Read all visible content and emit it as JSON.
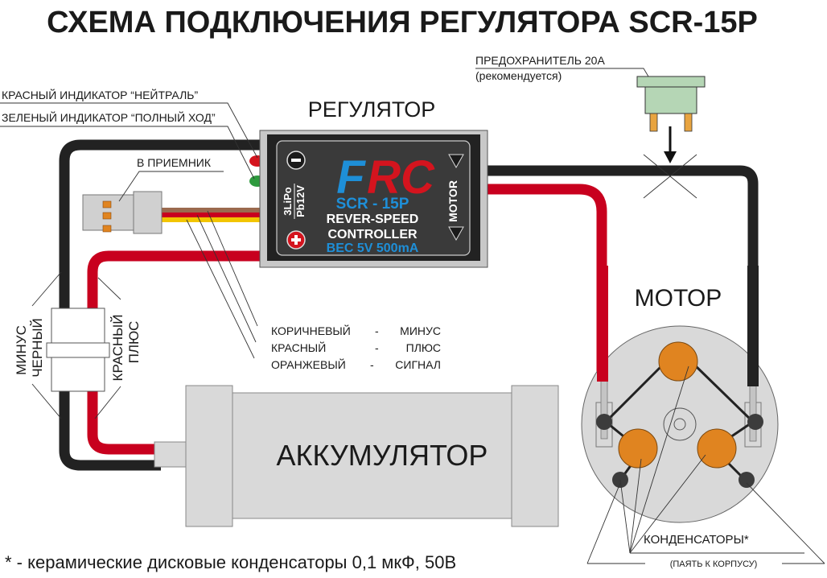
{
  "title": "СХЕМА ПОДКЛЮЧЕНИЯ РЕГУЛЯТОРА  SCR-15P",
  "labels": {
    "red_indicator": "КРАСНЫЙ ИНДИКАТОР “НЕЙТРАЛЬ”",
    "green_indicator": "ЗЕЛЕНЫЙ ИНДИКАТОР “ПОЛНЫЙ ХОД”",
    "to_receiver": "В ПРИЕМНИК",
    "controller": "РЕГУЛЯТОР",
    "fuse_line1": "ПРЕДОХРАНИТЕЛЬ 20А",
    "fuse_line2": "(рекомендуется)",
    "motor": "МОТОР",
    "battery": "АККУМУЛЯТОР",
    "minus_black_1": "МИНУС",
    "minus_black_2": "ЧЕРНЫЙ",
    "plus_red_1": "КРАСНЫЙ",
    "plus_red_2": "ПЛЮС",
    "capacitors": "КОНДЕНСАТОРЫ*",
    "solder_to_case": "(ПАЯТЬ К КОРПУСУ)",
    "footnote": "* - керамические дисковые конденсаторы 0,1 мкФ, 50В"
  },
  "wire_legend": [
    {
      "color_name": "КОРИЧНЕВЫЙ",
      "sep": "-",
      "role": "МИНУС"
    },
    {
      "color_name": "КРАСНЫЙ",
      "sep": "-",
      "role": "ПЛЮС"
    },
    {
      "color_name": "ОРАНЖЕВЫЙ",
      "sep": "-",
      "role": "СИГНАЛ"
    }
  ],
  "controller_face": {
    "logo_left": "F",
    "logo_right": "RC",
    "model": "SCR - 15P",
    "line1": "REVER-SPEED",
    "line2": "CONTROLLER",
    "bec": "BEC 5V 500mA",
    "battery_spec_1": "3LiPo",
    "battery_spec_2": "Pb12V",
    "motor_label": "MOTOR",
    "minus_symbol": "−",
    "plus_symbol": "+"
  },
  "colors": {
    "wire_black": "#222222",
    "wire_red": "#c8001e",
    "wire_brown": "#9b6a4e",
    "wire_yellow": "#f2c500",
    "capacitor": "#e08420",
    "fuse": "#b5d6b5",
    "fuse_pin": "#e8a440",
    "logo_blue": "#1e8fd8",
    "logo_red": "#d4141e",
    "body_gray": "#d9d9d9",
    "controller_dark": "#3a3a3a"
  }
}
